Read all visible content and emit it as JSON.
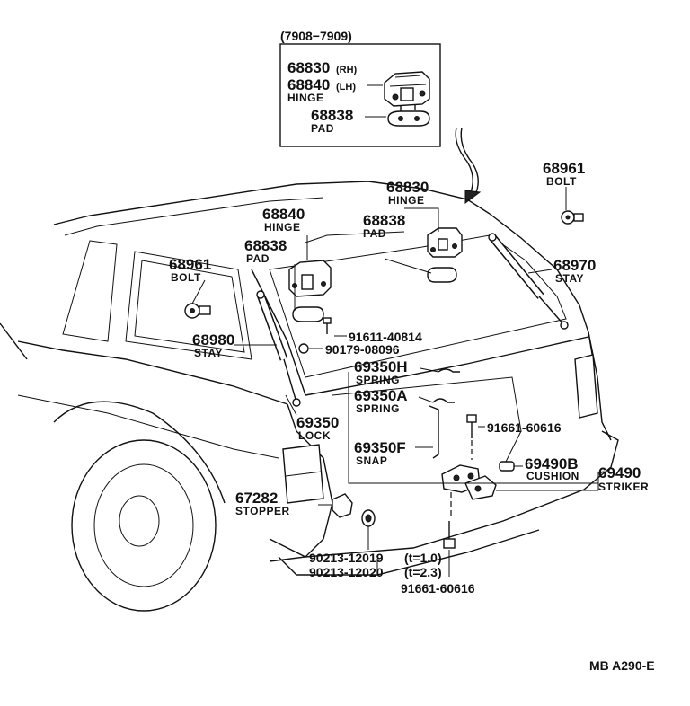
{
  "inset": {
    "date_range": "(7908−7909)",
    "hinge_rh": "68830",
    "rh_suffix": "(RH)",
    "hinge_lh": "68840",
    "lh_suffix": "(LH)",
    "hinge_name": "HINGE",
    "pad_no": "68838",
    "pad_name": "PAD"
  },
  "labels": {
    "bolt_right_no": "68961",
    "bolt_right_name": "BOLT",
    "hinge_right_no": "68830",
    "hinge_right_name": "HINGE",
    "hinge_left_no": "68840",
    "hinge_left_name": "HINGE",
    "pad_center_no": "68838",
    "pad_center_name": "PAD",
    "pad_left_no": "68838",
    "pad_left_name": "PAD",
    "bolt_left_no": "68961",
    "bolt_left_name": "BOLT",
    "stay_right_no": "68970",
    "stay_right_name": "STAY",
    "screw_no": "91611-40814",
    "nut_no": "90179-08096",
    "stay_left_no": "68980",
    "stay_left_name": "STAY",
    "spring_h_no": "69350H",
    "spring_h_name": "SPRING",
    "spring_a_no": "69350A",
    "spring_a_name": "SPRING",
    "bolt_striker_no": "91661-60616",
    "lock_no": "69350",
    "lock_name": "LOCK",
    "snap_no": "69350F",
    "snap_name": "SNAP",
    "cushion_no": "69490B",
    "cushion_name": "CUSHION",
    "striker_no": "69490",
    "striker_name": "STRIKER",
    "stopper_no": "67282",
    "stopper_name": "STOPPER",
    "shim_1_no": "90213-12019",
    "shim_1_thk": "(t=1.0)",
    "shim_2_no": "90213-12020",
    "shim_2_thk": "(t=2.3)",
    "bolt_lower_no": "91661-60616"
  },
  "footer": {
    "drawing_code": "MB A290-E"
  }
}
